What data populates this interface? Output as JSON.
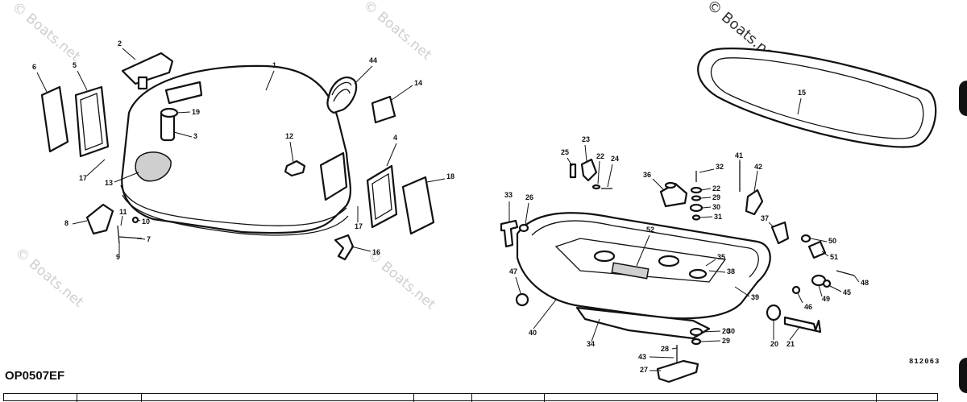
{
  "diagram_code": "OP0507EF",
  "reference_number": "812063",
  "watermark_text": "© Boats.net",
  "callouts": [
    "1",
    "2",
    "3",
    "4",
    "5",
    "6",
    "7",
    "8",
    "9",
    "10",
    "11",
    "12",
    "13",
    "14",
    "15",
    "16",
    "17",
    "17",
    "18",
    "19",
    "20",
    "20",
    "21",
    "22",
    "22",
    "23",
    "24",
    "25",
    "26",
    "27",
    "28",
    "29",
    "29",
    "30",
    "30",
    "31",
    "32",
    "33",
    "34",
    "35",
    "36",
    "37",
    "38",
    "39",
    "40",
    "41",
    "42",
    "43",
    "44",
    "45",
    "46",
    "47",
    "48",
    "49",
    "50",
    "51",
    "52"
  ],
  "colors": {
    "ink": "#111111",
    "watermark": "#cfcfcf"
  }
}
